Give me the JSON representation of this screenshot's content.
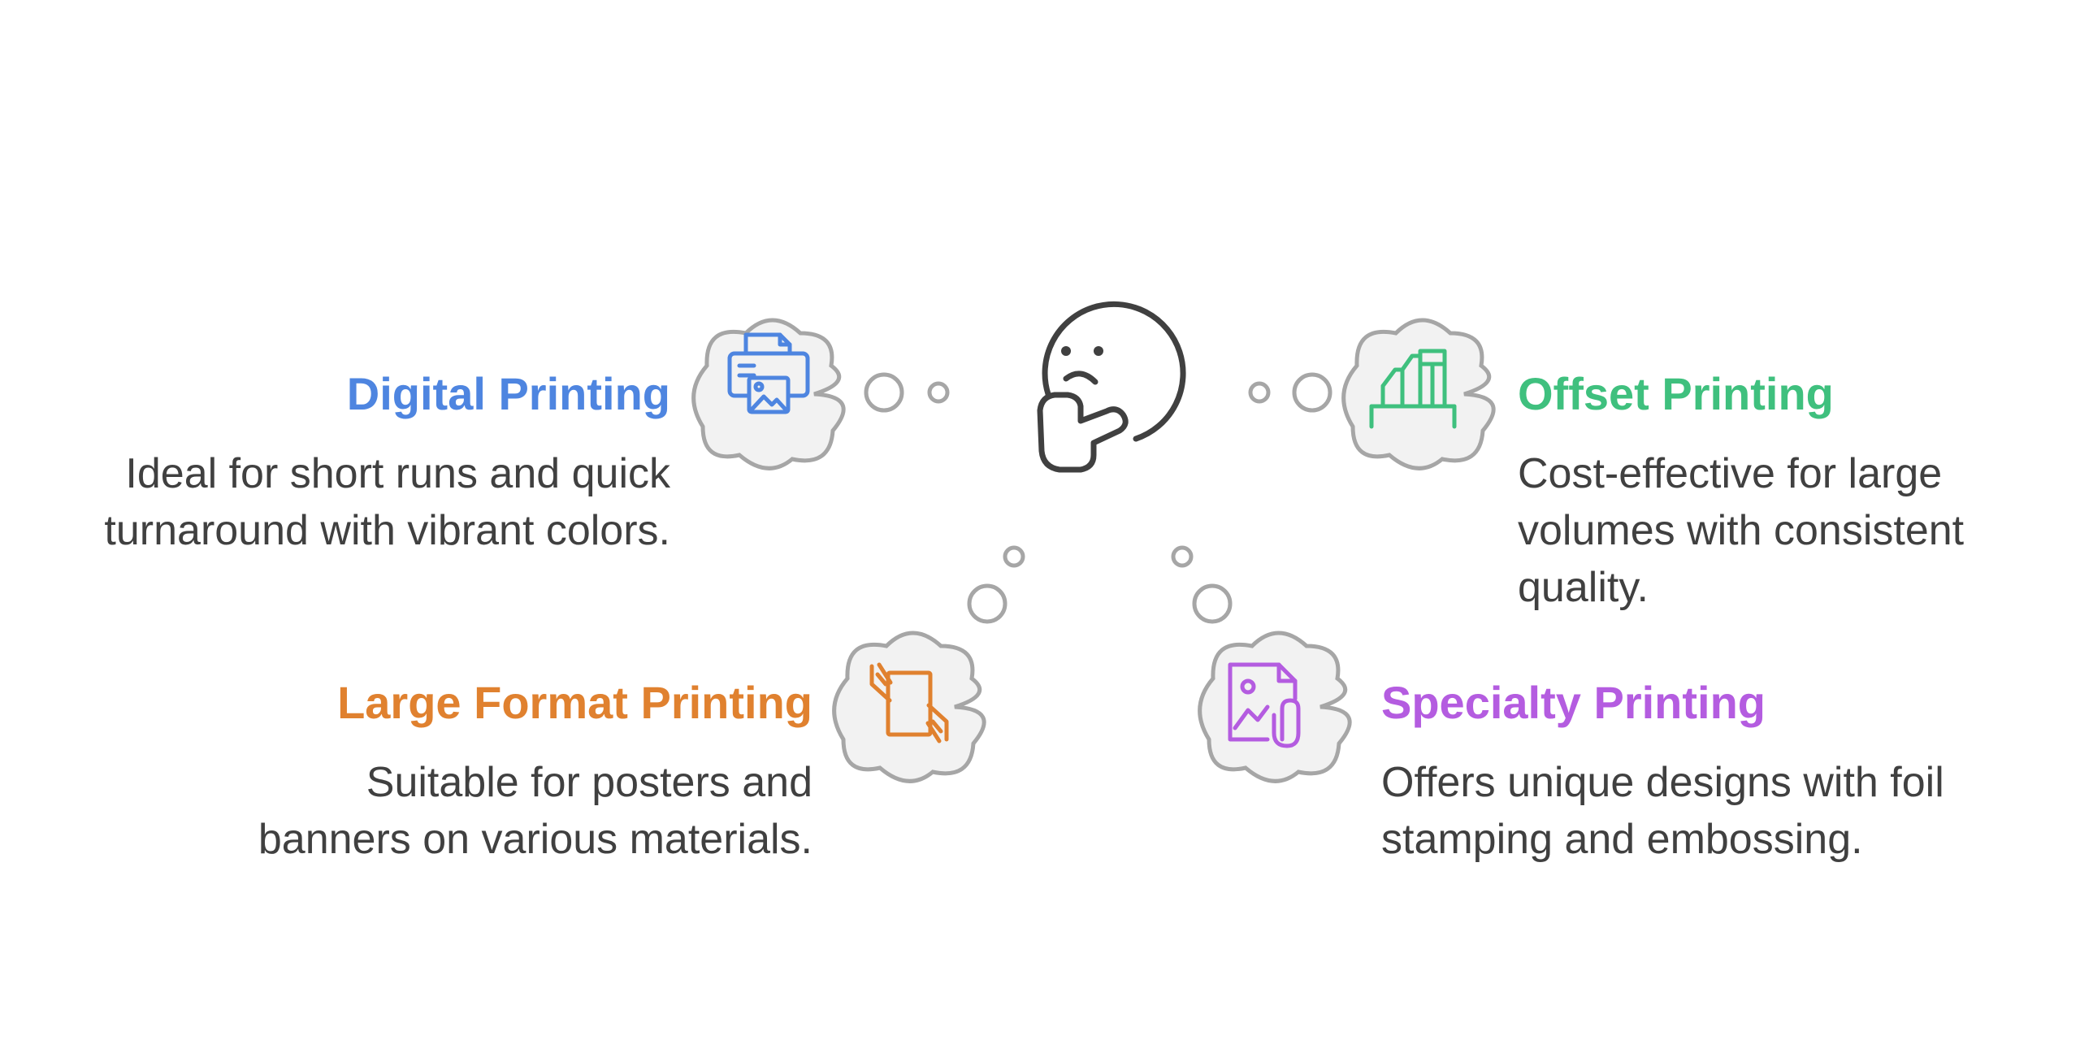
{
  "diagram": {
    "colors": {
      "digital": "#4e85e0",
      "offset": "#3fc07e",
      "large": "#e0812f",
      "special": "#b45ce0",
      "outline": "#a6a6a6",
      "bubble_fill": "#f2f2f2",
      "face": "#404040"
    },
    "center": {
      "icon": "thinking-face-icon"
    },
    "items": [
      {
        "key": "digital",
        "title": "Digital Printing",
        "description": "Ideal for short runs and quick turnaround with vibrant colors.",
        "icon": "printer-image-icon"
      },
      {
        "key": "offset",
        "title": "Offset Printing",
        "description": "Cost-effective for large volumes with consistent quality.",
        "icon": "factory-building-icon"
      },
      {
        "key": "large",
        "title": "Large Format Printing",
        "description": "Suitable for posters and banners on various materials.",
        "icon": "hands-holding-sheet-icon"
      },
      {
        "key": "special",
        "title": "Specialty Printing",
        "description": "Offers unique designs with foil stamping and embossing.",
        "icon": "image-file-paperclip-icon"
      }
    ]
  }
}
